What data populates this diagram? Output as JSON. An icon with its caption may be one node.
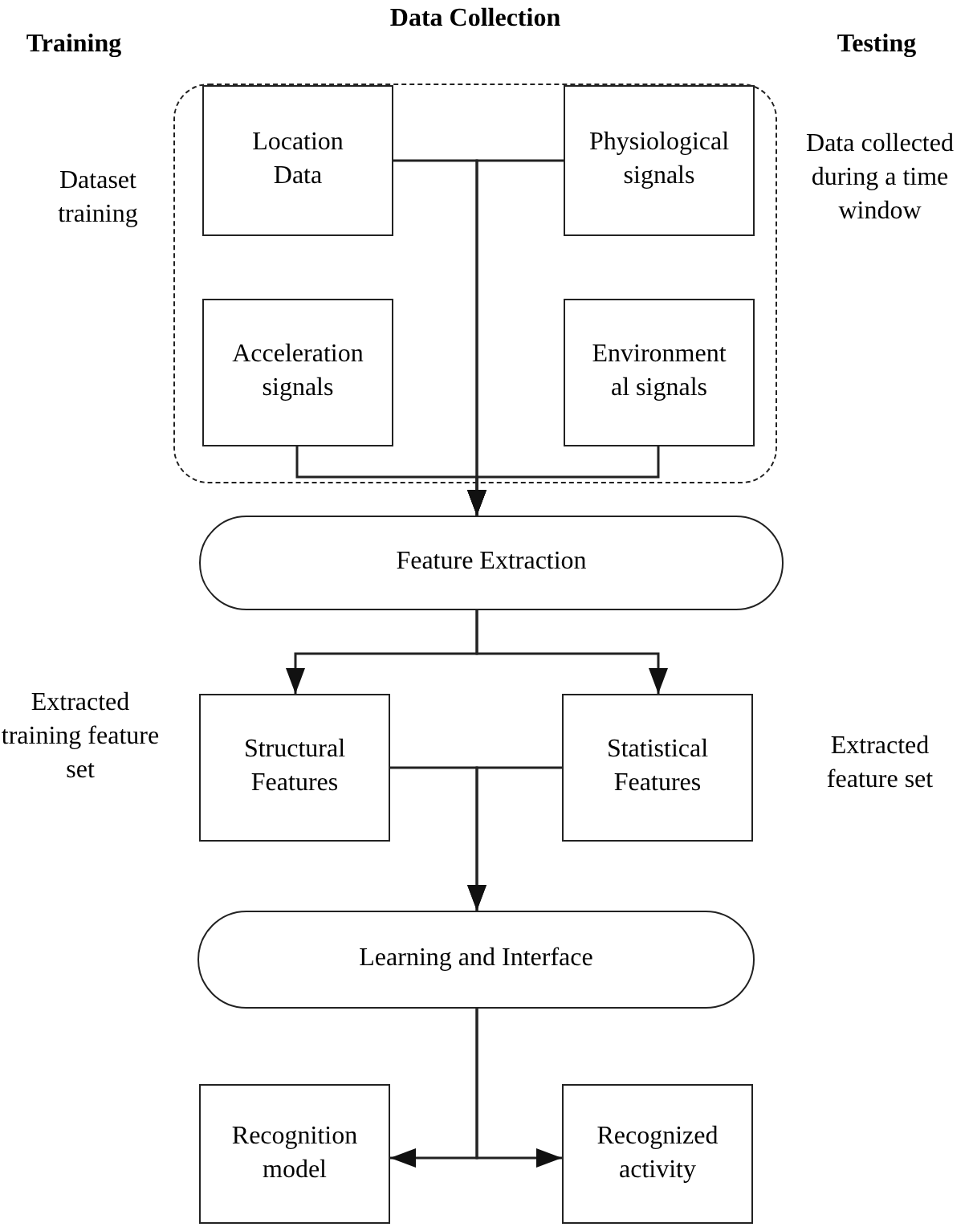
{
  "diagram": {
    "nodes": [
      {
        "text": [
          "Data Collection"
        ]
      },
      {
        "text": [
          "Location Data"
        ],
        "in": 0
      },
      {
        "text": [
          "Physiological signals"
        ],
        "in": 0
      },
      {
        "text": [
          "Acceleration signals"
        ],
        "in": 0
      },
      {
        "text": [
          "Environment al signals"
        ],
        "in": 0
      },
      {
        "text": [
          "Feature Extraction"
        ]
      },
      {
        "text": [
          "Structural Features"
        ]
      },
      {
        "text": [
          "Statistical Features"
        ]
      },
      {
        "text": [
          "Learning and Interface"
        ]
      },
      {
        "text": [
          "Recognition model"
        ]
      },
      {
        "text": [
          "Recognized activity"
        ]
      }
    ],
    "edges": [
      {
        "from": 1,
        "to": 5,
        "arrow": "to"
      },
      {
        "from": 2,
        "to": 5,
        "arrow": "to"
      },
      {
        "from": 3,
        "to": 5,
        "arrow": "to"
      },
      {
        "from": 4,
        "to": 5,
        "arrow": "to"
      },
      {
        "from": 5,
        "to": 6,
        "arrow": "to"
      },
      {
        "from": 5,
        "to": 7,
        "arrow": "to"
      },
      {
        "from": 6,
        "to": 8,
        "arrow": "to"
      },
      {
        "from": 7,
        "to": 8,
        "arrow": "to"
      },
      {
        "from": 8,
        "to": 9,
        "arrow": "to"
      },
      {
        "from": 8,
        "to": 10,
        "arrow": "to"
      }
    ],
    "labels": [
      "Training",
      "Testing",
      "Dataset training",
      "Data collected during a time window",
      "Extracted training feature set",
      "Extracted feature set"
    ]
  }
}
